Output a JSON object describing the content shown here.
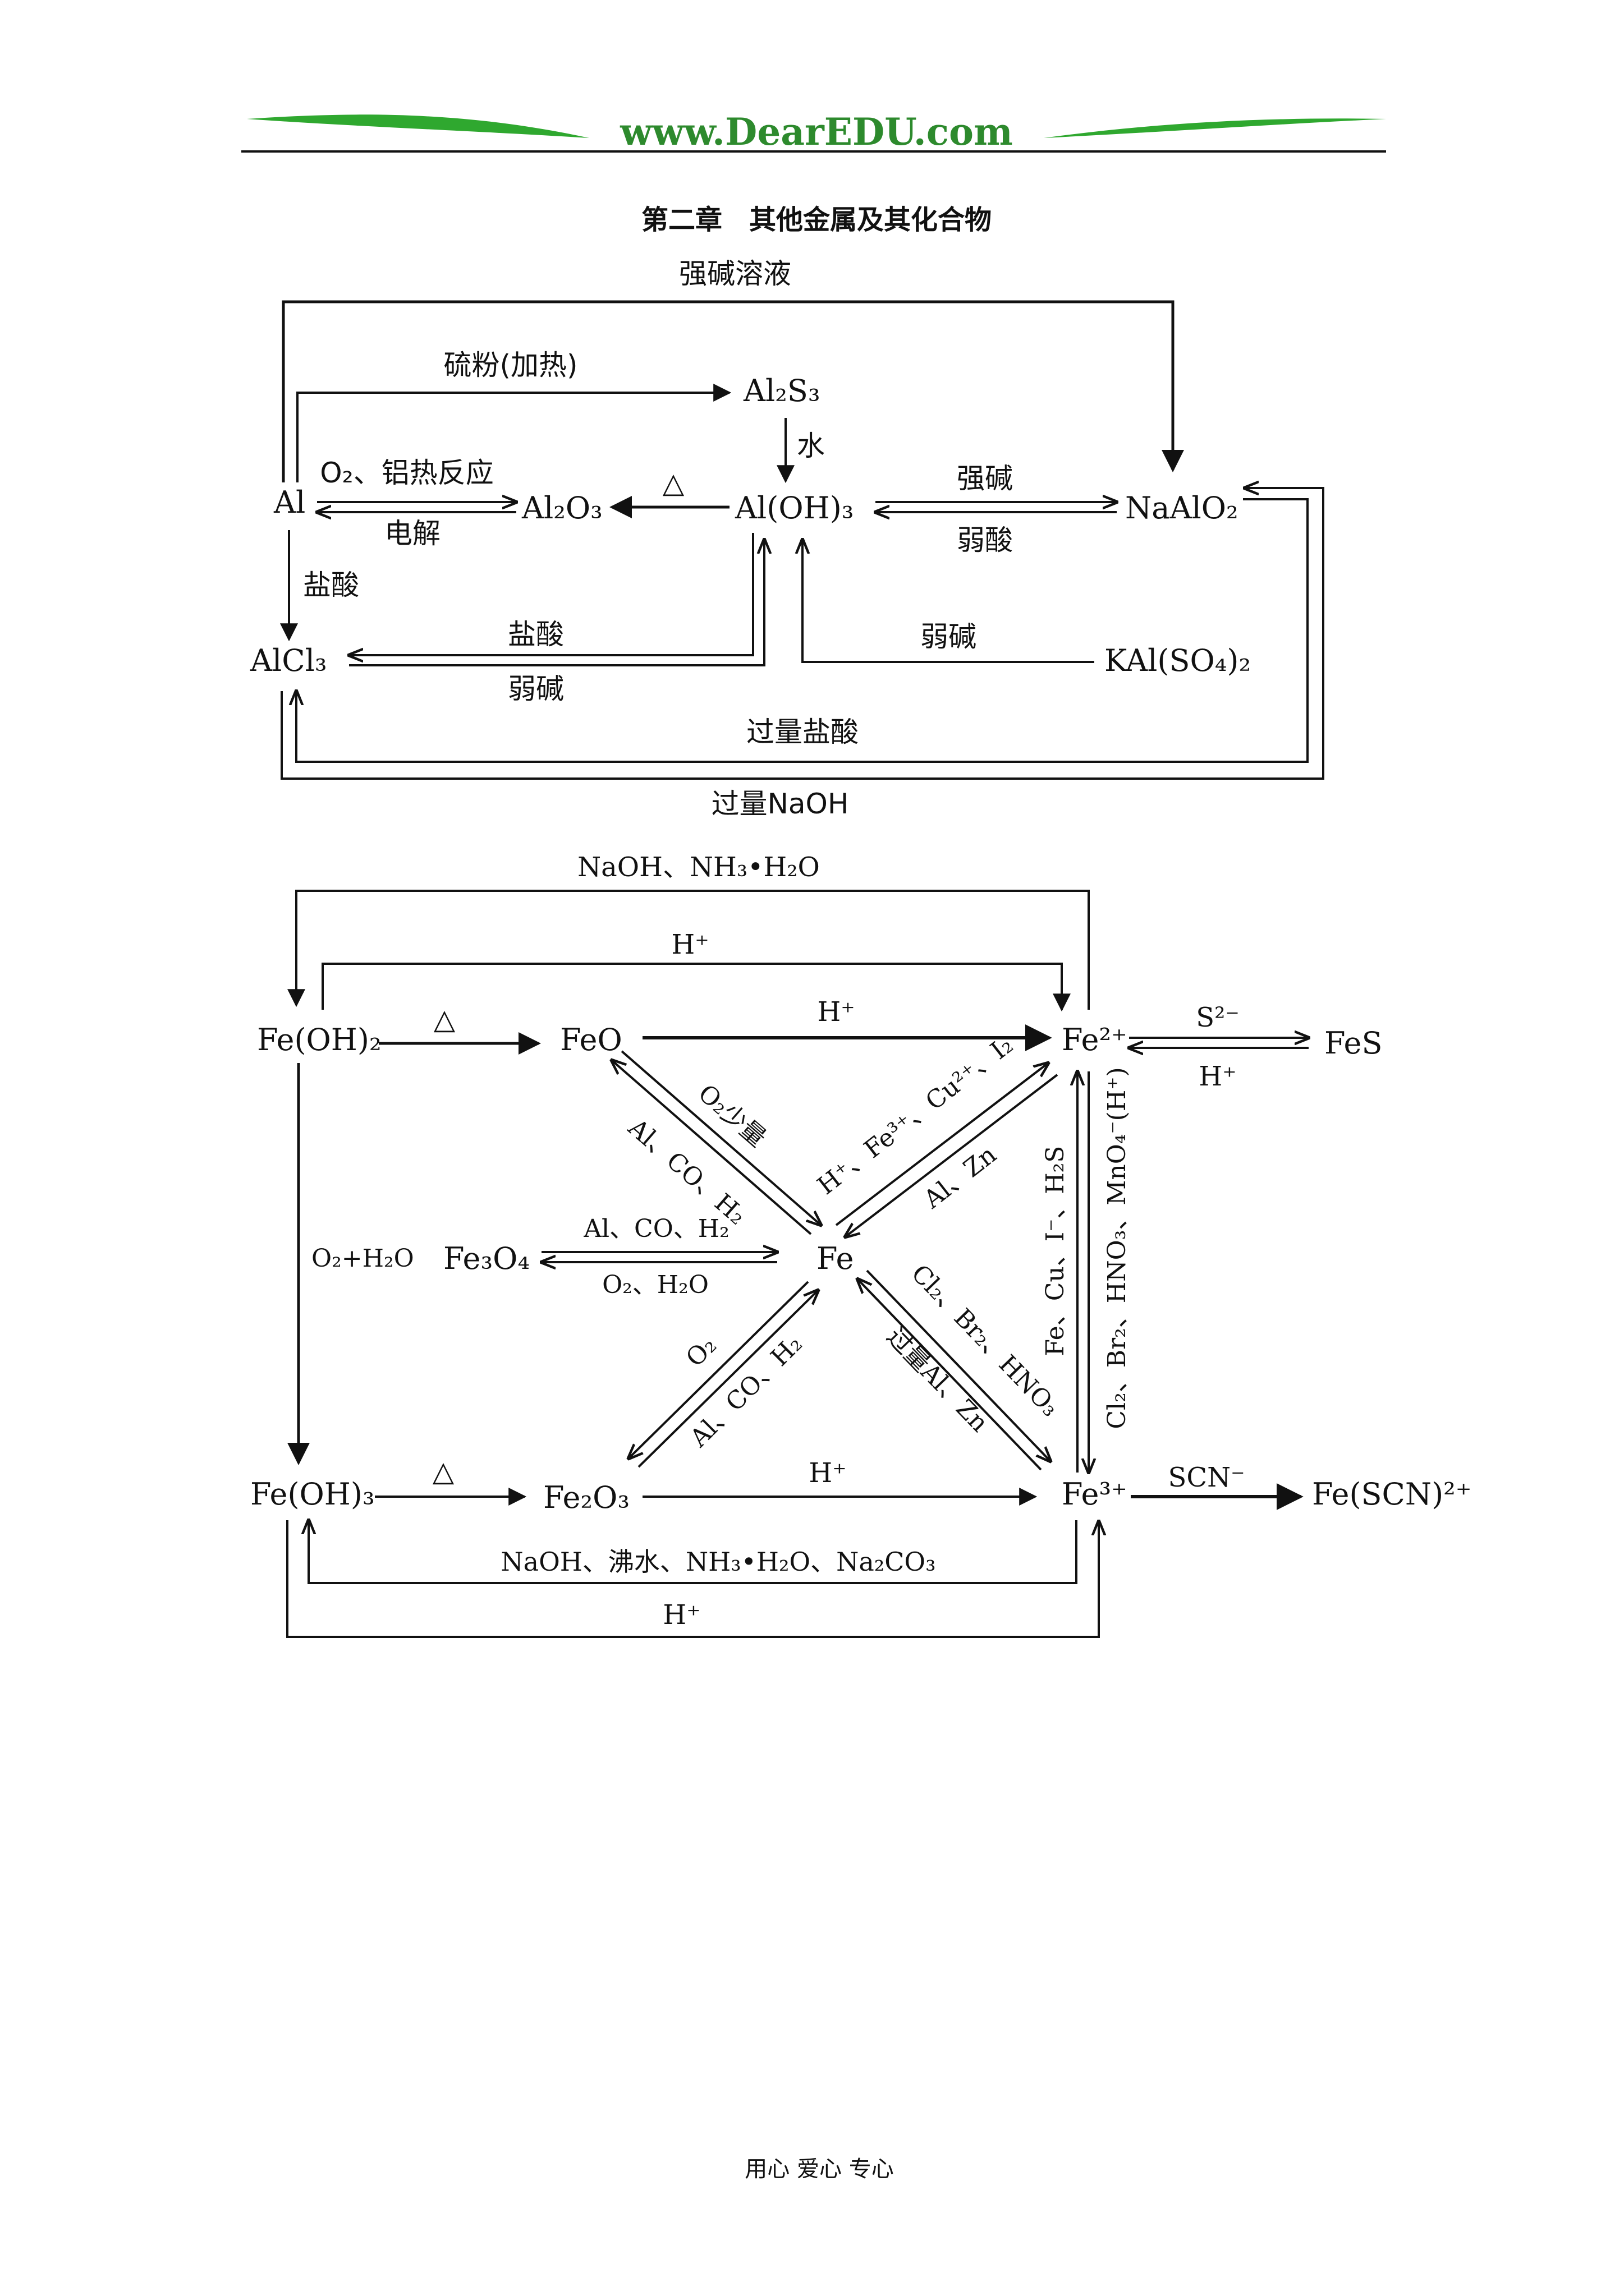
{
  "header": {
    "brand": "www.DearEDU.com",
    "chapter_title": "第二章　其他金属及其化合物"
  },
  "footer": {
    "text": "用心 爱心 专心"
  },
  "colors": {
    "brand_green": "#2fa82f",
    "brand_text": "#2d8a2d",
    "line": "#111111"
  },
  "al": {
    "nodes": {
      "al": "Al",
      "al2s3": "Al₂S₃",
      "al2o3": "Al₂O₃",
      "aloh3": "Al(OH)₃",
      "naalo2": "NaAlO₂",
      "alcl3": "AlCl₃",
      "kalso4": "KAl(SO₄)₂"
    },
    "labels": {
      "strong_base_solution": "强碱溶液",
      "sulfur_heat": "硫粉(加热)",
      "water": "水",
      "o2_thermite": "O₂、铝热反应",
      "electrolysis": "电解",
      "heat": "△",
      "strong_base": "强碱",
      "weak_acid": "弱酸",
      "hcl_left": "盐酸",
      "hcl_mid": "盐酸",
      "weak_base_mid": "弱碱",
      "weak_base_kal": "弱碱",
      "excess_hcl": "过量盐酸",
      "excess_naoh": "过量NaOH"
    }
  },
  "fe": {
    "nodes": {
      "feoh2": "Fe(OH)₂",
      "feo": "FeO",
      "fe2": "Fe²⁺",
      "fes": "FeS",
      "fe3o4": "Fe₃O₄",
      "fe": "Fe",
      "feoh3": "Fe(OH)₃",
      "fe2o3": "Fe₂O₃",
      "fe3": "Fe³⁺",
      "fescn": "Fe(SCN)²⁺"
    },
    "labels": {
      "top_outer": "NaOH、NH₃•H₂O",
      "top_inner": "H⁺",
      "heat1": "△",
      "feo_h": "H⁺",
      "s2": "S²⁻",
      "h_back": "H⁺",
      "o2_little": "O₂少量",
      "al_co_h2_a": "Al、CO、H₂",
      "h_fe3_cu_i2": "H⁺、Fe³⁺、Cu²⁺、I₂",
      "al_zn_a": "Al、Zn",
      "o2_h2o_left": "O₂+H₂O",
      "al_co_h2_b": "Al、CO、H₂",
      "o2_h2o": "O₂、H₂O",
      "fe_cu_i_h2s": "Fe、Cu、I⁻、H₂S",
      "cl2_br2_hno3_mno4": "Cl₂、Br₂、HNO₃、MnO₄⁻(H⁺)",
      "o2": "O₂",
      "al_co_h2_c": "Al、CO、H₂",
      "cl2_br2_hno3": "Cl₂、Br₂、HNO₃",
      "excess_al_zn": "过量Al、Zn",
      "heat2": "△",
      "fe2o3_h": "H⁺",
      "scn": "SCN⁻",
      "bottom_inner": "NaOH、沸水、NH₃•H₂O、Na₂CO₃",
      "bottom_outer": "H⁺"
    }
  }
}
